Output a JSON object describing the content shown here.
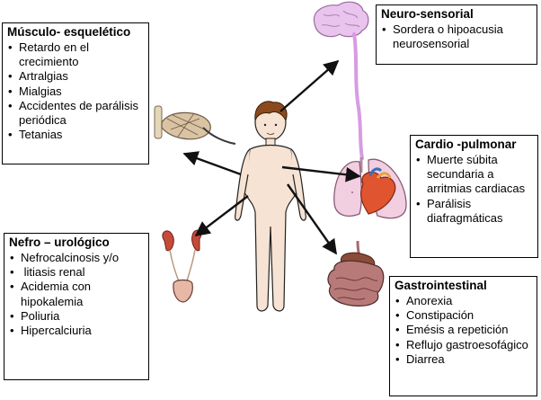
{
  "musculo": {
    "title": "Músculo- esquelético",
    "items": [
      "Retardo en el crecimiento",
      "Artralgias",
      "Mialgias",
      "Accidentes de parálisis periódica",
      "Tetanias"
    ]
  },
  "neuro": {
    "title": "Neuro-sensorial",
    "items": [
      "Sordera o hipoacusia neurosensorial"
    ]
  },
  "cardio": {
    "title": "Cardio -pulmonar",
    "items": [
      "Muerte súbita secundaria a arritmias cardiacas",
      "Parálisis diafragmáticas"
    ]
  },
  "nefro": {
    "title": "Nefro – urológico",
    "items": [
      "Nefrocalcinosis y/o",
      " litiasis renal",
      "Acidemia con hipokalemia",
      "Poliuria",
      "Hipercalciuria"
    ]
  },
  "gastro": {
    "title": "Gastrointestinal",
    "items": [
      "Anorexia",
      "Constipación",
      "Emésis a repetición",
      "Reflujo gastroesofágico",
      "Diarrea"
    ]
  },
  "bullet_symbol": "•",
  "colors": {
    "skin": "#f6e3d3",
    "hair": "#8b4a1e",
    "brain": "#e9c4ec",
    "spinal_cord": "#d79be4",
    "lungs": "#f1cfe1",
    "heart": "#e0542f",
    "kidney": "#c64a3a",
    "bladder": "#e7b8a6",
    "intestine": "#a86a6a",
    "muscle": "#d9c3a3",
    "arrow": "#111111"
  }
}
